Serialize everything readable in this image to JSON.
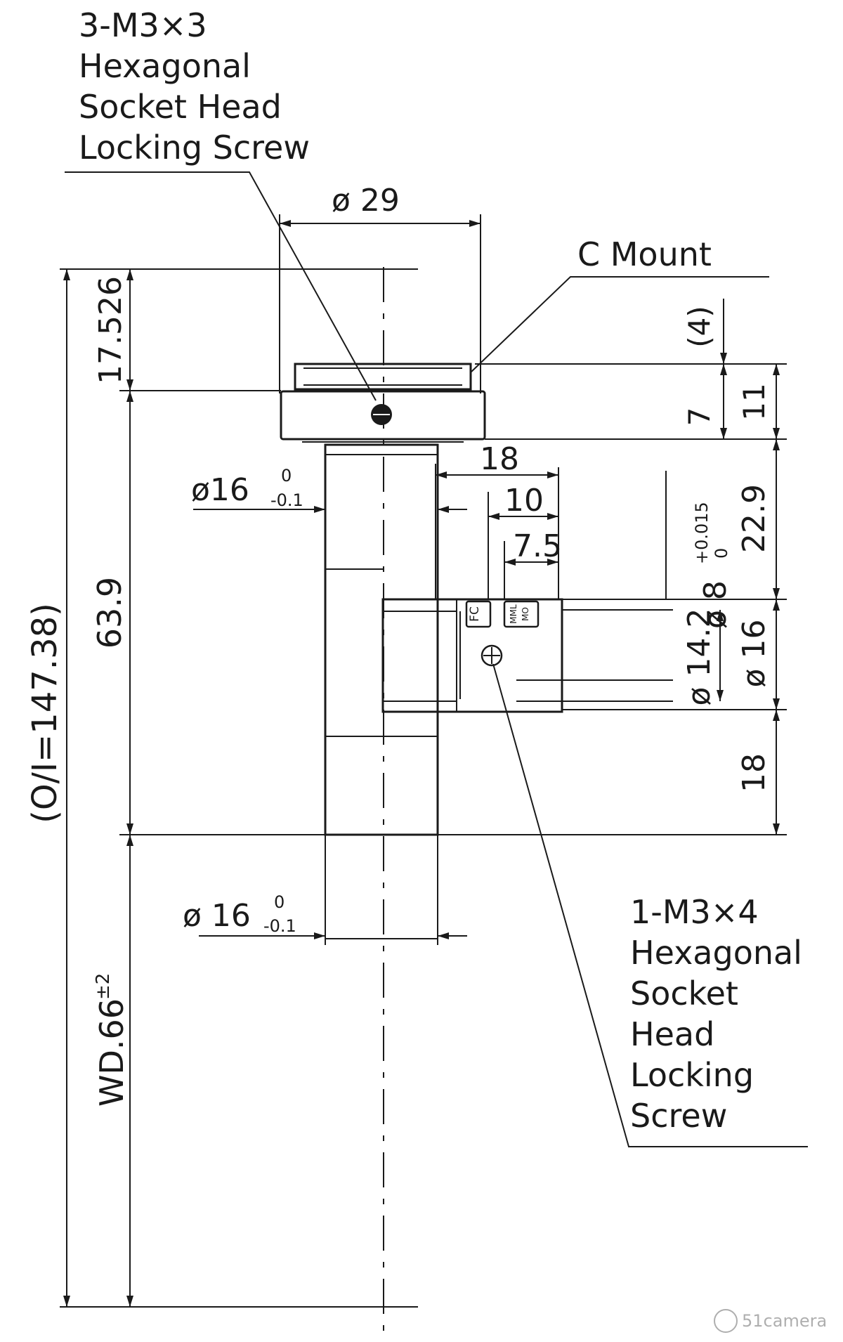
{
  "top_screw_note": [
    "3-M3×3",
    "Hexagonal",
    "Socket Head",
    "Locking Screw"
  ],
  "side_screw_note": [
    "1-M3×4",
    "Hexagonal",
    "Socket",
    "Head",
    "Locking",
    "Screw"
  ],
  "mount_label": "C Mount",
  "dimensions": {
    "dia_29": "ø 29",
    "d_17_526": "17.526",
    "d_4_ref": "(4)",
    "d_7": "7",
    "d_11": "11",
    "d_18_top": "18",
    "d_10": "10",
    "d_7_5": "7.5",
    "dia_8": "ø 8",
    "dia_8_tol_upper": "+0.015",
    "dia_8_tol_lower": "0",
    "d_22_9": "22.9",
    "dia_16_top": "ø16",
    "dia_16_top_tol_upper": "0",
    "dia_16_top_tol_lower": "-0.1",
    "dia_16_bottom": "ø 16",
    "dia_16_bottom_tol_upper": "0",
    "dia_16_bottom_tol_lower": "-0.1",
    "d_63_9": "63.9",
    "oi": "(O/I=147.38)",
    "wd": "WD.66",
    "wd_tol": "±2",
    "dia_14_2": "ø 14.2",
    "dia_16_side": "ø 16",
    "d_18_side": "18"
  },
  "ring_labels": {
    "focus": "FC",
    "mode_top": "MML",
    "mode_bottom": "MO"
  },
  "watermark": "51camera"
}
